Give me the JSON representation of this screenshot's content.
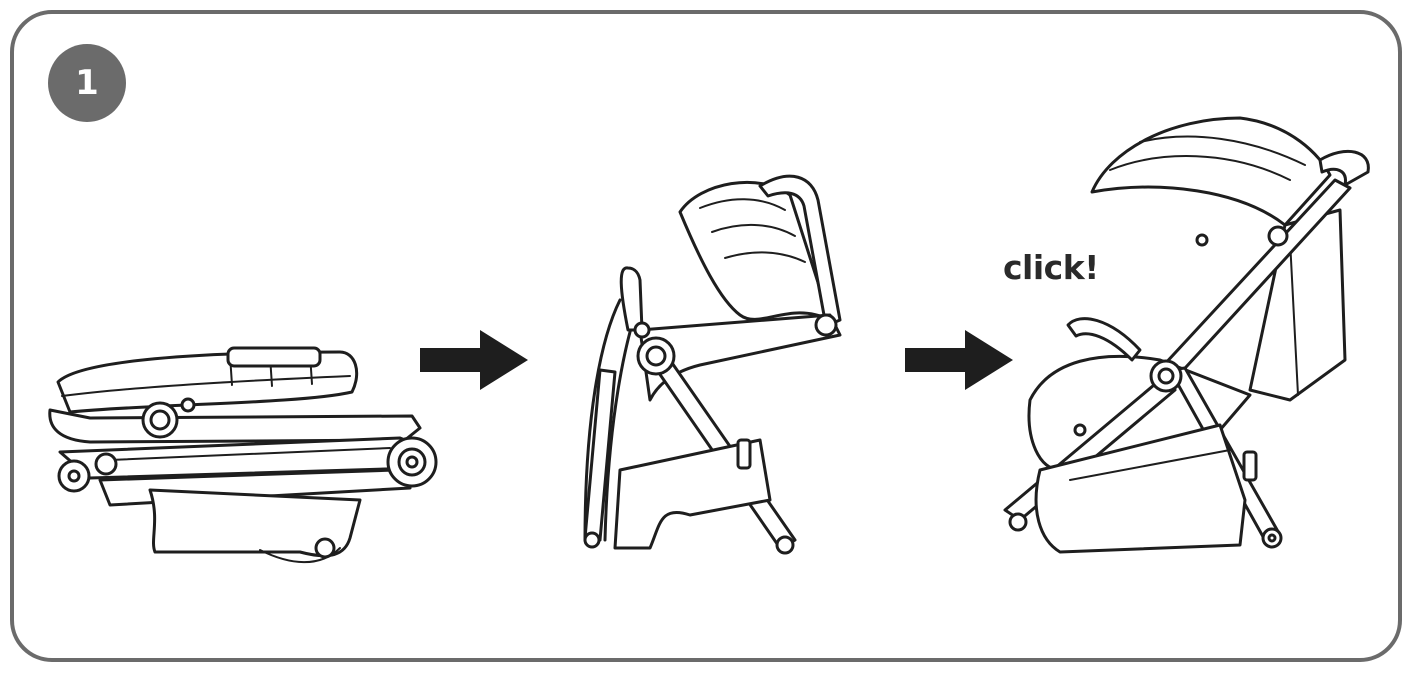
{
  "step": {
    "number": "1"
  },
  "annotations": {
    "click": "click!"
  },
  "figures": [
    {
      "icon": "folded-stroller"
    },
    {
      "icon": "half-unfolded-stroller"
    },
    {
      "icon": "unfolded-stroller"
    }
  ],
  "arrows": [
    {
      "icon": "right-arrow"
    },
    {
      "icon": "right-arrow"
    }
  ],
  "colors": {
    "border": "#6b6b6b",
    "badge": "#6b6b6b",
    "line": "#1e1e1e"
  }
}
